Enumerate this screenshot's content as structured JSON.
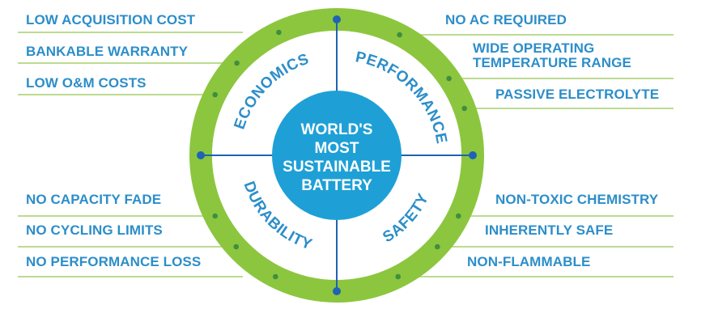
{
  "colors": {
    "text_blue": "#2c8ec9",
    "ring_green": "#8cc63f",
    "line_green": "#a6cf6b",
    "dot_green": "#3e8f3e",
    "hub_blue": "#1ea0d6",
    "axis_blue": "#1f63b3",
    "white": "#ffffff"
  },
  "center": {
    "lines": [
      "WORLD'S",
      "MOST",
      "SUSTAINABLE",
      "BATTERY"
    ]
  },
  "quadrants": {
    "economics": "ECONOMICS",
    "performance": "PERFORMANCE",
    "durability": "DURABILITY",
    "safety": "SAFETY"
  },
  "features": {
    "left_top": [
      "LOW ACQUISITION COST",
      "BANKABLE WARRANTY",
      "LOW O&M COSTS"
    ],
    "right_top": [
      "NO AC REQUIRED",
      "WIDE OPERATING\nTEMPERATURE RANGE",
      "PASSIVE ELECTROLYTE"
    ],
    "left_bottom": [
      "NO CAPACITY FADE",
      "NO CYCLING LIMITS",
      "NO PERFORMANCE LOSS"
    ],
    "right_bottom": [
      "NON-TOXIC CHEMISTRY",
      "INHERENTLY SAFE",
      "NON-FLAMMABLE"
    ]
  }
}
